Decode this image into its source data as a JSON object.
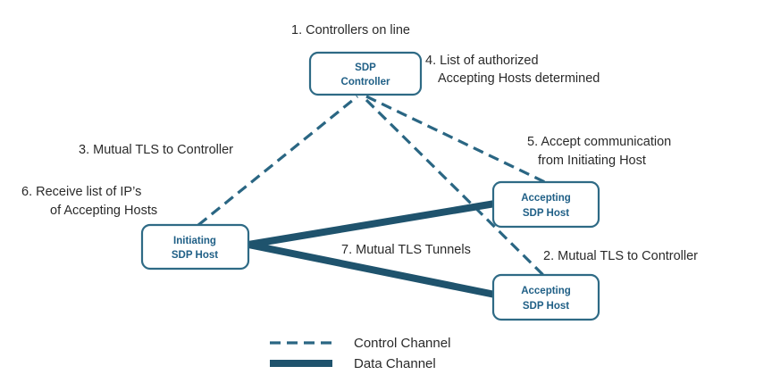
{
  "nodes": {
    "controller": {
      "line1": "SDP",
      "line2": "Controller"
    },
    "initiating": {
      "line1": "Initiating",
      "line2": "SDP Host"
    },
    "accepting_top": {
      "line1": "Accepting",
      "line2": "SDP Host"
    },
    "accepting_bottom": {
      "line1": "Accepting",
      "line2": "SDP Host"
    }
  },
  "annotations": {
    "step1": "1. Controllers on line",
    "step2": "2. Mutual TLS to Controller",
    "step3": "3. Mutual TLS to Controller",
    "step4_line1": "4. List of authorized",
    "step4_line2": "Accepting Hosts determined",
    "step5_line1": "5. Accept communication",
    "step5_line2": "from Initiating Host",
    "step6_line1": "6. Receive list of IP’s",
    "step6_line2": "of Accepting Hosts",
    "step7": "7. Mutual TLS Tunnels"
  },
  "legend": {
    "control": "Control Channel",
    "data": "Data Channel"
  },
  "colors": {
    "node_border": "#2e6a85",
    "node_text": "#1f5f86",
    "control_line": "#2a6683",
    "data_line": "#1f536d"
  }
}
